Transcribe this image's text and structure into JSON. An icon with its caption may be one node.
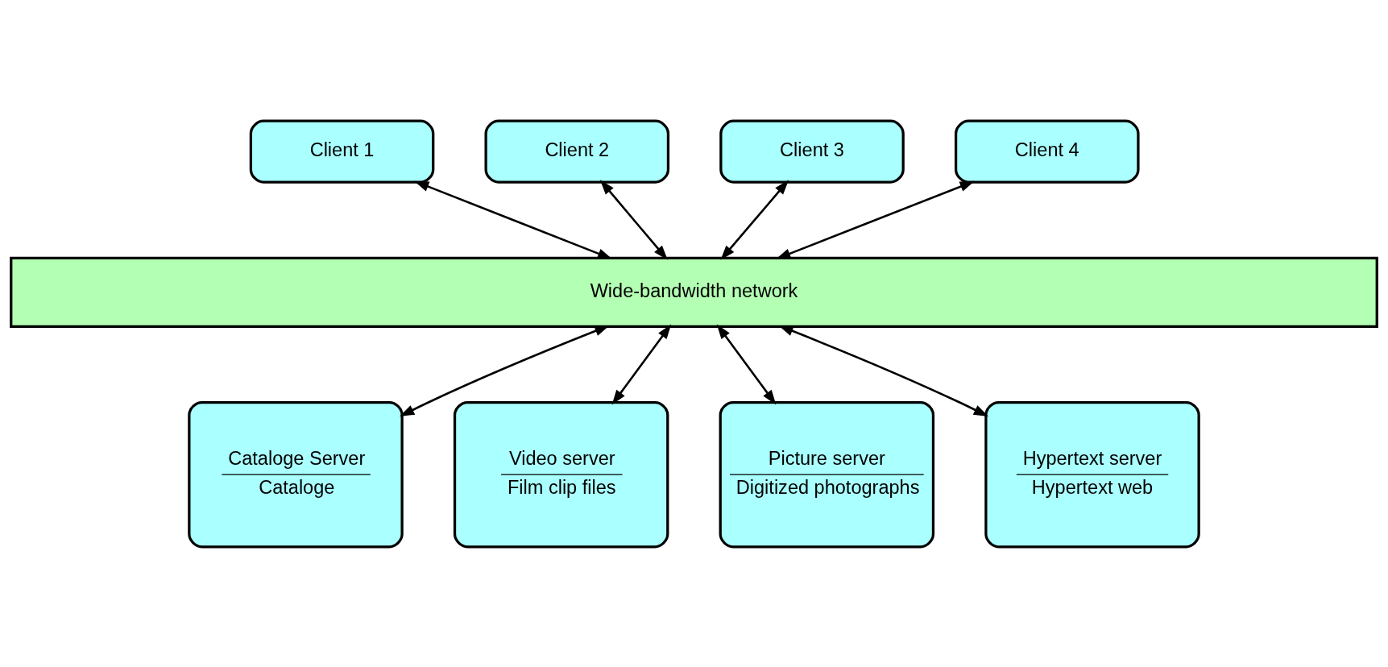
{
  "diagram": {
    "nodes": [
      {
        "text": [
          "Client 1"
        ]
      },
      {
        "text": [
          "Client 2"
        ]
      },
      {
        "text": [
          "Client 3"
        ]
      },
      {
        "text": [
          "Client 4"
        ]
      },
      {
        "text": [
          "Wide-bandwidth network"
        ]
      },
      {
        "text": [
          "Cataloge Server",
          "Cataloge"
        ]
      },
      {
        "text": [
          "Video server",
          "Film clip files"
        ]
      },
      {
        "text": [
          "Picture server",
          "Digitized photographs"
        ]
      },
      {
        "text": [
          "Hypertext server",
          "Hypertext web"
        ]
      }
    ],
    "edges": [
      {
        "from": 0,
        "to": 4,
        "arrow": "both"
      },
      {
        "from": 1,
        "to": 4,
        "arrow": "both"
      },
      {
        "from": 2,
        "to": 4,
        "arrow": "both"
      },
      {
        "from": 3,
        "to": 4,
        "arrow": "both"
      },
      {
        "from": 4,
        "to": 5,
        "arrow": "both"
      },
      {
        "from": 4,
        "to": 6,
        "arrow": "both"
      },
      {
        "from": 4,
        "to": 7,
        "arrow": "both"
      },
      {
        "from": 4,
        "to": 8,
        "arrow": "both"
      }
    ]
  }
}
